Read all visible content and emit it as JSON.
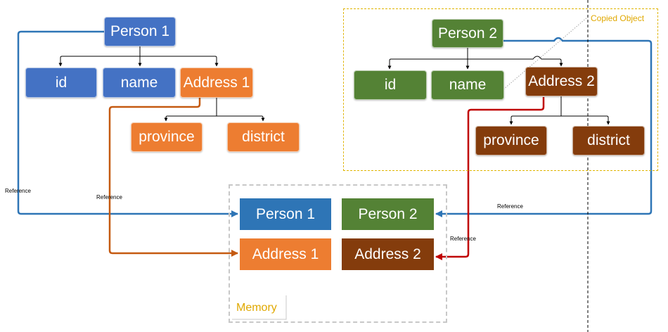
{
  "colors": {
    "person_1": "#4472c4",
    "address_1": "#ed7d31",
    "person_2": "#548235",
    "address_2": "#843c0c",
    "memory_person_1": "#2e75b6",
    "ref_person_1": "#2e75b6",
    "ref_address_1": "#c55a11",
    "ref_address_2": "#c00000",
    "region_label": "#e0a800"
  },
  "object_1": {
    "root": "Person 1",
    "fields": [
      "id",
      "name",
      "Address 1"
    ],
    "address_fields": [
      "province",
      "district"
    ]
  },
  "object_2": {
    "root": "Person 2",
    "fields": [
      "id",
      "name",
      "Address 2"
    ],
    "address_fields": [
      "province",
      "district"
    ]
  },
  "copied_region_label": "Copied Object",
  "memory": {
    "label": "Memory",
    "cells": [
      "Person 1",
      "Person 2",
      "Address 1",
      "Address 2"
    ]
  },
  "reference_label": "Reference"
}
